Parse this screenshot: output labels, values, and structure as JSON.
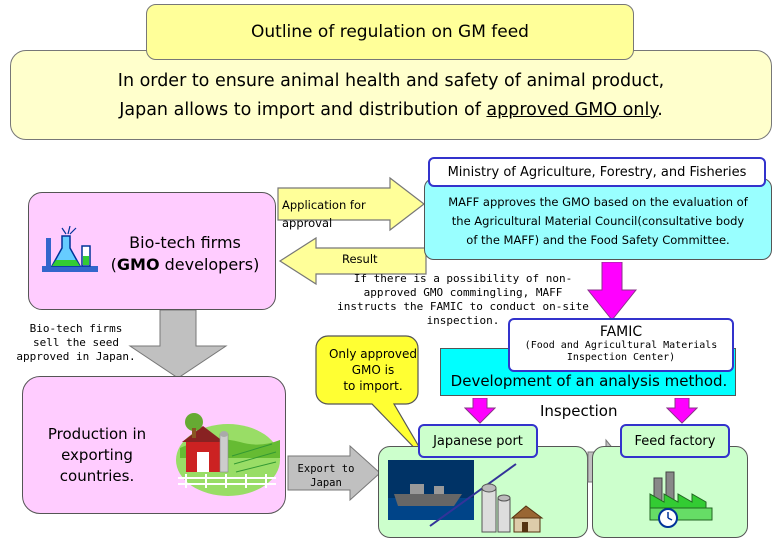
{
  "title": "Outline of regulation on GM feed",
  "intro": {
    "line1": "In order to ensure animal health and safety of animal product,",
    "line2_pre": "Japan allows to import and distribution of ",
    "line2_underlined": "approved GMO only",
    "line2_post": "."
  },
  "biotech": {
    "line1": "Bio-tech firms",
    "line2_open": "(",
    "line2_bold": "GMO",
    "line2_rest": " developers)"
  },
  "application_arrow": {
    "line1": "Application for",
    "line2": "approval"
  },
  "result_arrow": "Result",
  "maff": {
    "header": "Ministry of Agriculture, Forestry, and Fisheries",
    "line1": "MAFF approves the GMO based on the evaluation of",
    "line2": "the Agricultural Material Council(consultative body",
    "line3": "of the MAFF) and the Food Safety Committee."
  },
  "commingling_note": {
    "line1": "If there is a possibility of non-",
    "line2": "approved GMO commingling, MAFF",
    "line3": "instructs the FAMIC to conduct on-site",
    "line4": "inspection."
  },
  "seed_note": {
    "line1": "Bio-tech firms",
    "line2": "sell the seed",
    "line3": "approved in Japan."
  },
  "famic": {
    "name": "FAMIC",
    "full_line1": "(Food and Agricultural Materials",
    "full_line2": "Inspection Center)",
    "development": "Development of an analysis method."
  },
  "callout": {
    "line1": "Only approved",
    "line2": "GMO is",
    "line3": "to import."
  },
  "inspection": "Inspection",
  "production": {
    "line1": "Production in",
    "line2": "exporting",
    "line3": "countries."
  },
  "export_arrow": {
    "line1": "Export to",
    "line2": "Japan"
  },
  "japanese_port": "Japanese port",
  "feed_factory": "Feed factory"
}
